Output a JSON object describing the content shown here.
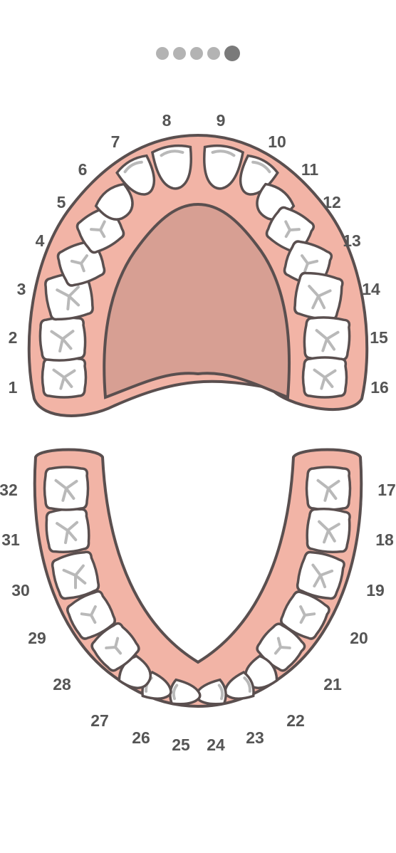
{
  "pager": {
    "count": 5,
    "active_index": 4
  },
  "colors": {
    "gum": "#f2b4a6",
    "palate": "#d79f93",
    "outline": "#5a4f4f",
    "tooth": "#ffffff",
    "fissure": "#b9b9b9",
    "label": "#555555",
    "dot": "#b3b3b3",
    "dot_active": "#7a7a7a"
  },
  "upper_arch": {
    "teeth": [
      {
        "number": "1",
        "kind": "molar"
      },
      {
        "number": "2",
        "kind": "molar"
      },
      {
        "number": "3",
        "kind": "molar"
      },
      {
        "number": "4",
        "kind": "premolar"
      },
      {
        "number": "5",
        "kind": "premolar"
      },
      {
        "number": "6",
        "kind": "canine"
      },
      {
        "number": "7",
        "kind": "incisor"
      },
      {
        "number": "8",
        "kind": "incisor"
      },
      {
        "number": "9",
        "kind": "incisor"
      },
      {
        "number": "10",
        "kind": "incisor"
      },
      {
        "number": "11",
        "kind": "canine"
      },
      {
        "number": "12",
        "kind": "premolar"
      },
      {
        "number": "13",
        "kind": "premolar"
      },
      {
        "number": "14",
        "kind": "molar"
      },
      {
        "number": "15",
        "kind": "molar"
      },
      {
        "number": "16",
        "kind": "molar"
      }
    ]
  },
  "lower_arch": {
    "teeth": [
      {
        "number": "17",
        "kind": "molar"
      },
      {
        "number": "18",
        "kind": "molar"
      },
      {
        "number": "19",
        "kind": "molar"
      },
      {
        "number": "20",
        "kind": "premolar"
      },
      {
        "number": "21",
        "kind": "premolar"
      },
      {
        "number": "22",
        "kind": "canine"
      },
      {
        "number": "23",
        "kind": "incisor"
      },
      {
        "number": "24",
        "kind": "incisor"
      },
      {
        "number": "25",
        "kind": "incisor"
      },
      {
        "number": "26",
        "kind": "incisor"
      },
      {
        "number": "27",
        "kind": "canine"
      },
      {
        "number": "28",
        "kind": "premolar"
      },
      {
        "number": "29",
        "kind": "premolar"
      },
      {
        "number": "30",
        "kind": "molar"
      },
      {
        "number": "31",
        "kind": "molar"
      },
      {
        "number": "32",
        "kind": "molar"
      }
    ]
  }
}
